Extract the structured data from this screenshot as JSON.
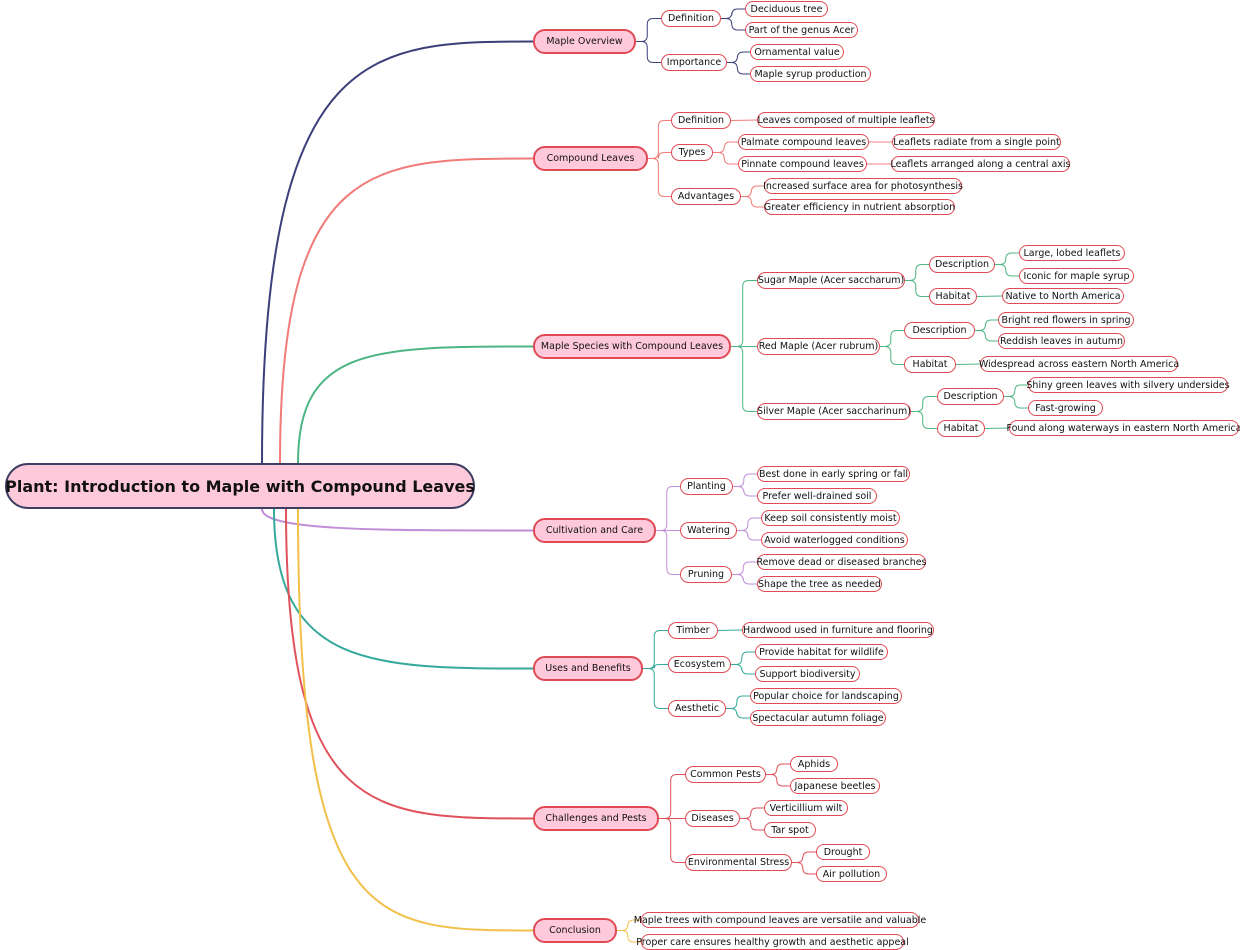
{
  "root": "Plant: Introduction to Maple with Compound Leaves",
  "branches": [
    {
      "label": "Maple Overview",
      "color": "#3c3f7a",
      "children": [
        {
          "label": "Definition",
          "children": [
            {
              "label": "Deciduous tree"
            },
            {
              "label": "Part of the genus Acer"
            }
          ]
        },
        {
          "label": "Importance",
          "children": [
            {
              "label": "Ornamental value"
            },
            {
              "label": "Maple syrup production"
            }
          ]
        }
      ]
    },
    {
      "label": "Compound Leaves",
      "color": "#f07b78",
      "children": [
        {
          "label": "Definition",
          "children": [
            {
              "label": "Leaves composed of multiple leaflets"
            }
          ]
        },
        {
          "label": "Types",
          "children": [
            {
              "label": "Palmate compound leaves",
              "children": [
                {
                  "label": "Leaflets radiate from a single point"
                }
              ]
            },
            {
              "label": "Pinnate compound leaves",
              "children": [
                {
                  "label": "Leaflets arranged along a central axis"
                }
              ]
            }
          ]
        },
        {
          "label": "Advantages",
          "children": [
            {
              "label": "Increased surface area for photosynthesis"
            },
            {
              "label": "Greater efficiency in nutrient absorption"
            }
          ]
        }
      ]
    },
    {
      "label": "Maple Species with Compound Leaves",
      "color": "#4cb583",
      "children": [
        {
          "label": "Sugar Maple (Acer saccharum)",
          "children": [
            {
              "label": "Description",
              "children": [
                {
                  "label": "Large, lobed leaflets"
                },
                {
                  "label": "Iconic for maple syrup"
                }
              ]
            },
            {
              "label": "Habitat",
              "children": [
                {
                  "label": "Native to North America"
                }
              ]
            }
          ]
        },
        {
          "label": "Red Maple (Acer rubrum)",
          "children": [
            {
              "label": "Description",
              "children": [
                {
                  "label": "Bright red flowers in spring"
                },
                {
                  "label": "Reddish leaves in autumn"
                }
              ]
            },
            {
              "label": "Habitat",
              "children": [
                {
                  "label": "Widespread across eastern North America"
                }
              ]
            }
          ]
        },
        {
          "label": "Silver Maple (Acer saccharinum)",
          "children": [
            {
              "label": "Description",
              "children": [
                {
                  "label": "Shiny green leaves with silvery undersides"
                },
                {
                  "label": "Fast-growing"
                }
              ]
            },
            {
              "label": "Habitat",
              "children": [
                {
                  "label": "Found along waterways in eastern North America"
                }
              ]
            }
          ]
        }
      ]
    },
    {
      "label": "Cultivation and Care",
      "color": "#c08ed8",
      "children": [
        {
          "label": "Planting",
          "children": [
            {
              "label": "Best done in early spring or fall"
            },
            {
              "label": "Prefer well-drained soil"
            }
          ]
        },
        {
          "label": "Watering",
          "children": [
            {
              "label": "Keep soil consistently moist"
            },
            {
              "label": "Avoid waterlogged conditions"
            }
          ]
        },
        {
          "label": "Pruning",
          "children": [
            {
              "label": "Remove dead or diseased branches"
            },
            {
              "label": "Shape the tree as needed"
            }
          ]
        }
      ]
    },
    {
      "label": "Uses and Benefits",
      "color": "#35aa9c",
      "children": [
        {
          "label": "Timber",
          "children": [
            {
              "label": "Hardwood used in furniture and flooring"
            }
          ]
        },
        {
          "label": "Ecosystem",
          "children": [
            {
              "label": "Provide habitat for wildlife"
            },
            {
              "label": "Support biodiversity"
            }
          ]
        },
        {
          "label": "Aesthetic",
          "children": [
            {
              "label": "Popular choice for landscaping"
            },
            {
              "label": "Spectacular autumn foliage"
            }
          ]
        }
      ]
    },
    {
      "label": "Challenges and Pests",
      "color": "#e0525c",
      "children": [
        {
          "label": "Common Pests",
          "children": [
            {
              "label": "Aphids"
            },
            {
              "label": "Japanese beetles"
            }
          ]
        },
        {
          "label": "Diseases",
          "children": [
            {
              "label": "Verticillium wilt"
            },
            {
              "label": "Tar spot"
            }
          ]
        },
        {
          "label": "Environmental Stress",
          "children": [
            {
              "label": "Drought"
            },
            {
              "label": "Air pollution"
            }
          ]
        }
      ]
    },
    {
      "label": "Conclusion",
      "color": "#f0c04a",
      "children": [
        {
          "label": "Maple trees with compound leaves are versatile and valuable"
        },
        {
          "label": "Proper care ensures healthy growth and aesthetic appeal"
        }
      ]
    }
  ]
}
